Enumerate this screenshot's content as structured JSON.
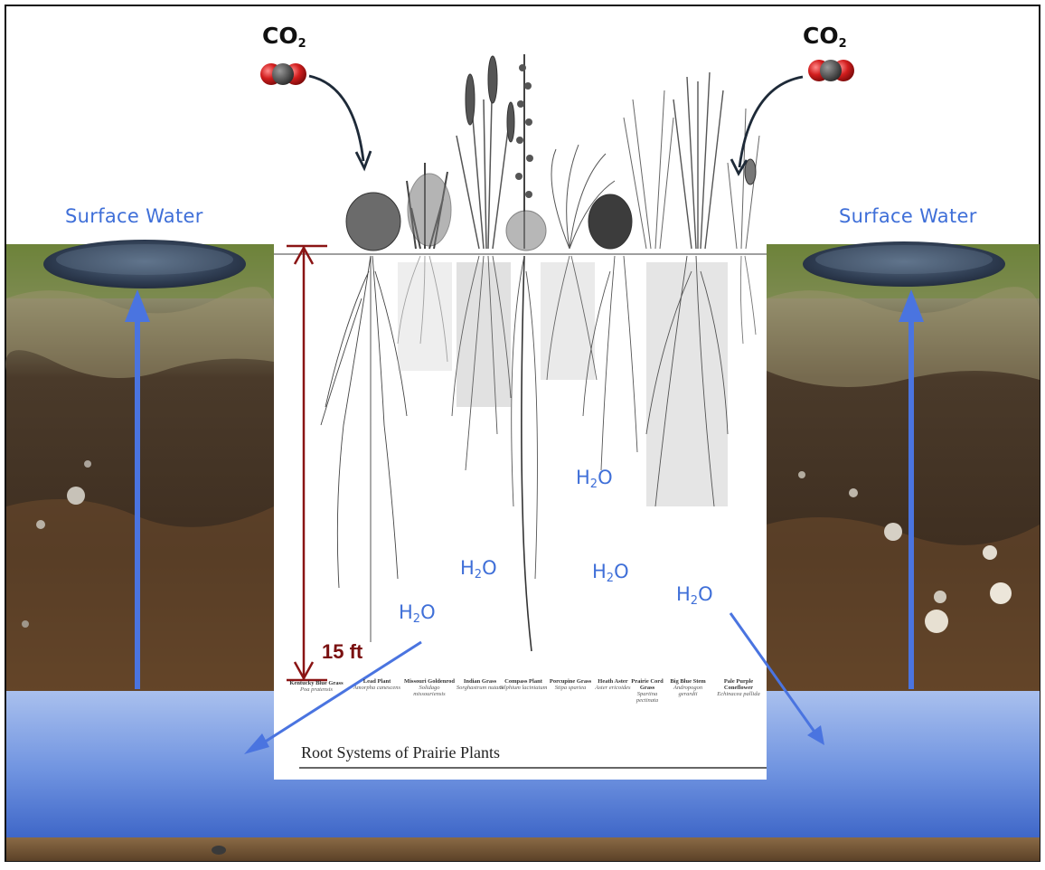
{
  "labels": {
    "co2_left_base": "CO",
    "co2_left_sub": "2",
    "co2_right_base": "CO",
    "co2_right_sub": "2",
    "surface_water_left": "Surface Water",
    "surface_water_right": "Surface Water",
    "depth": "15 ft",
    "h2o_base": "H",
    "h2o_sub": "2",
    "h2o_tail": "O"
  },
  "panel": {
    "caption": "Root Systems of Prairie Plants",
    "plants": [
      {
        "name": "Kentucky Blue Grass",
        "latin": "Poa pratensis"
      },
      {
        "name": "Lead Plant",
        "latin": "Amorpha canescens"
      },
      {
        "name": "Missouri Goldenrod",
        "latin": "Solidago missouriensis"
      },
      {
        "name": "Indian Grass",
        "latin": "Sorghastrum nutans"
      },
      {
        "name": "Compass Plant",
        "latin": "Silphium laciniatum"
      },
      {
        "name": "Porcupine Grass",
        "latin": "Stipa spartea"
      },
      {
        "name": "Heath Aster",
        "latin": "Aster ericoides"
      },
      {
        "name": "Prairie Cord Grass",
        "latin": "Spartina pectinata"
      },
      {
        "name": "Big Blue Stem",
        "latin": "Andropogon gerardii"
      },
      {
        "name": "Pale Purple Coneflower",
        "latin": "Echinacea pallida"
      }
    ]
  },
  "colors": {
    "water_label": "#3f6fd8",
    "arrow": "#4a74e0",
    "groundwater": "#5d86dc",
    "soil": "#4a3524",
    "depth_marker": "#8a1414",
    "co2_red": "#c81e1e"
  }
}
